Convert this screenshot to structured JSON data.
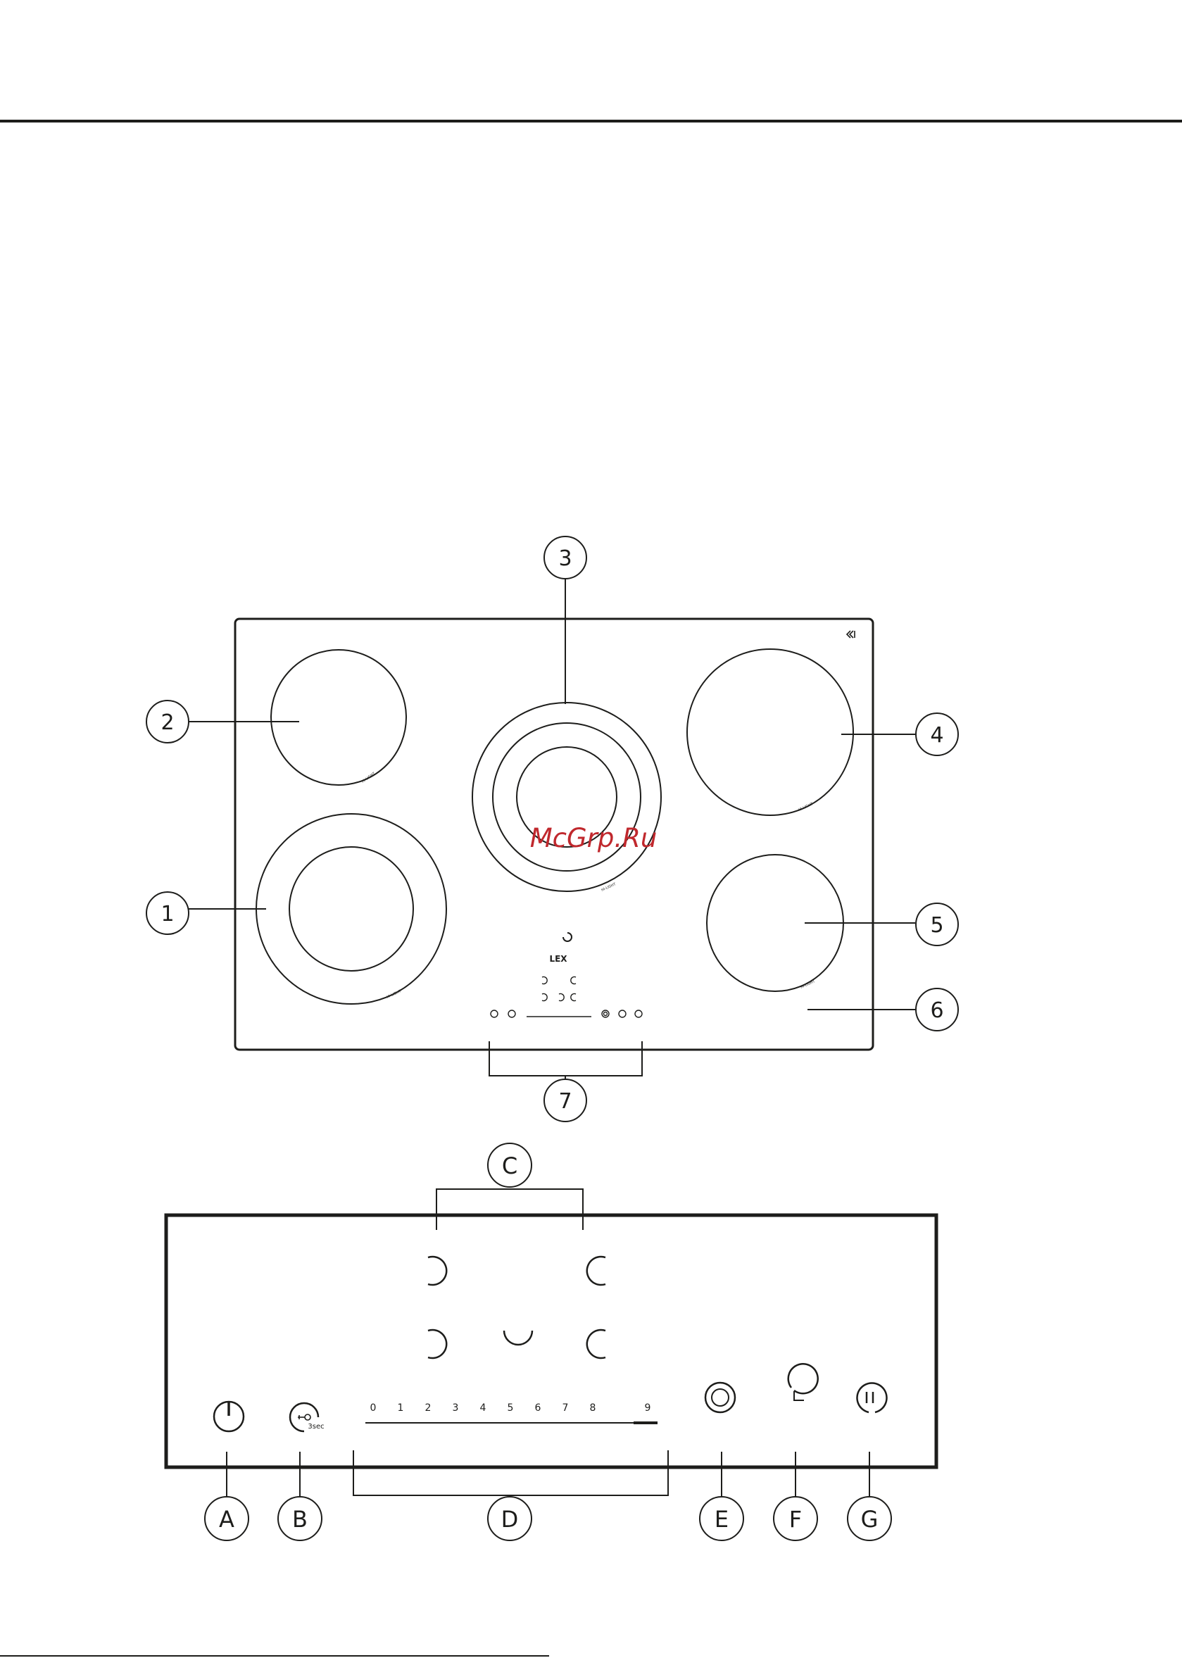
{
  "colors": {
    "line": "#1d1d1b",
    "watermark": "#c0282d",
    "background": "#ffffff"
  },
  "watermark": {
    "text": "McGrp.Ru"
  },
  "hob": {
    "brand_logo": "LEX",
    "zone_label": "HI-LIGHT",
    "callouts": [
      "1",
      "2",
      "3",
      "4",
      "5",
      "6",
      "7"
    ]
  },
  "control_panel": {
    "callouts": [
      "A",
      "B",
      "C",
      "D",
      "E",
      "F",
      "G"
    ],
    "lock_caption": "3sec",
    "slider_ticks": [
      "0",
      "1",
      "2",
      "3",
      "4",
      "5",
      "6",
      "7",
      "8",
      "9"
    ]
  },
  "icons": {
    "power": "power-icon",
    "lock": "key-lock-icon",
    "zone_select": "zone-select-ring-icon",
    "boost": "boost-ring-icon",
    "timer": "clock-icon",
    "pause": "pause-icon"
  }
}
